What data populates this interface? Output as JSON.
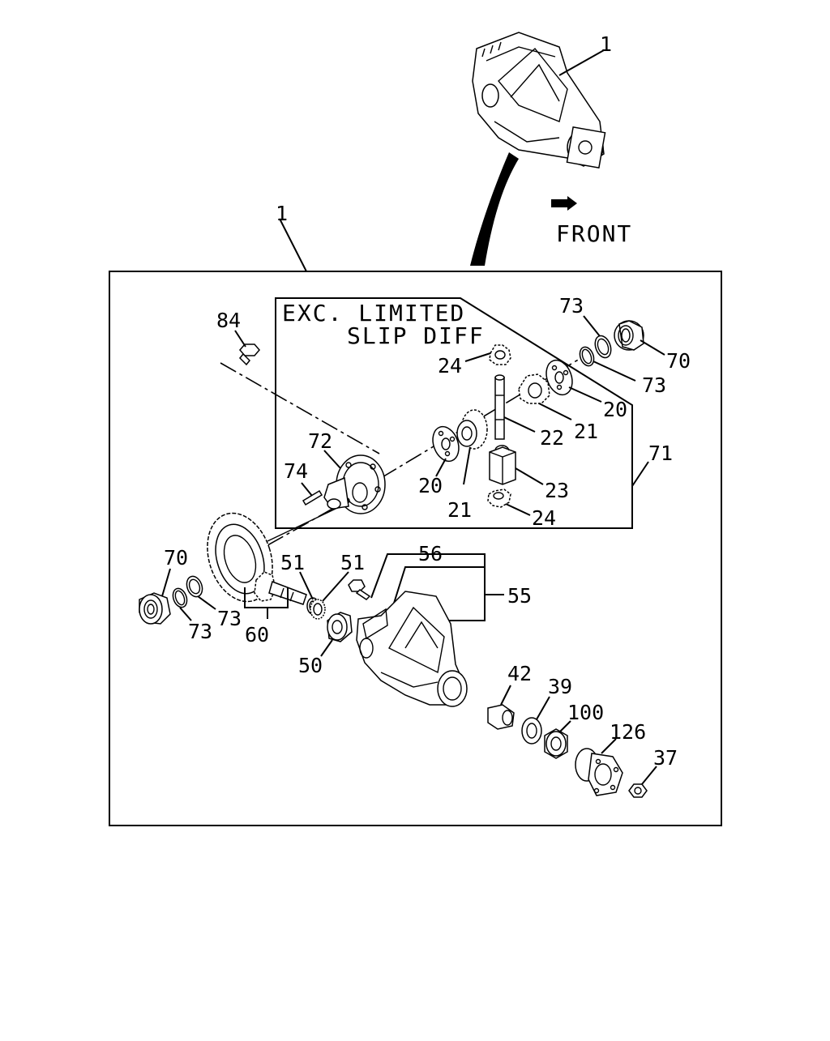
{
  "diagram": {
    "direction_label": "FRONT",
    "note_line1": "EXC. LIMITED",
    "note_line2": "SLIP DIFF",
    "callouts": {
      "c1_top": "1",
      "c1_frame": "1",
      "c84": "84",
      "c72": "72",
      "c74": "74",
      "c24_top": "24",
      "c24_bottom": "24",
      "c20_left": "20",
      "c20_right": "20",
      "c21_left": "21",
      "c21_right": "21",
      "c22": "22",
      "c23": "23",
      "c71": "71",
      "c73_top": "73",
      "c73_right": "73",
      "c73_left_a": "73",
      "c73_left_b": "73",
      "c70_right": "70",
      "c70_left": "70",
      "c60": "60",
      "c51_a": "51",
      "c51_b": "51",
      "c56": "56",
      "c55": "55",
      "c50": "50",
      "c42": "42",
      "c39": "39",
      "c100": "100",
      "c126": "126",
      "c37": "37"
    },
    "parts": {
      "p1_top": "differential-assembly",
      "p84": "bolt",
      "p72": "differential-case",
      "p74": "pin",
      "p24": "pinion-gear",
      "p20": "thrust-washer",
      "p21": "side-gear",
      "p22": "pinion-shaft",
      "p23": "block",
      "p73": "shim",
      "p70": "bearing",
      "p60": "ring-and-pinion-gear-set",
      "p51": "bearing",
      "p56": "bolt",
      "p55": "carrier-housing",
      "p50": "bearing",
      "p42": "spacer",
      "p39": "oil-seal",
      "p100": "bearing",
      "p126": "flange",
      "p37": "nut"
    }
  }
}
